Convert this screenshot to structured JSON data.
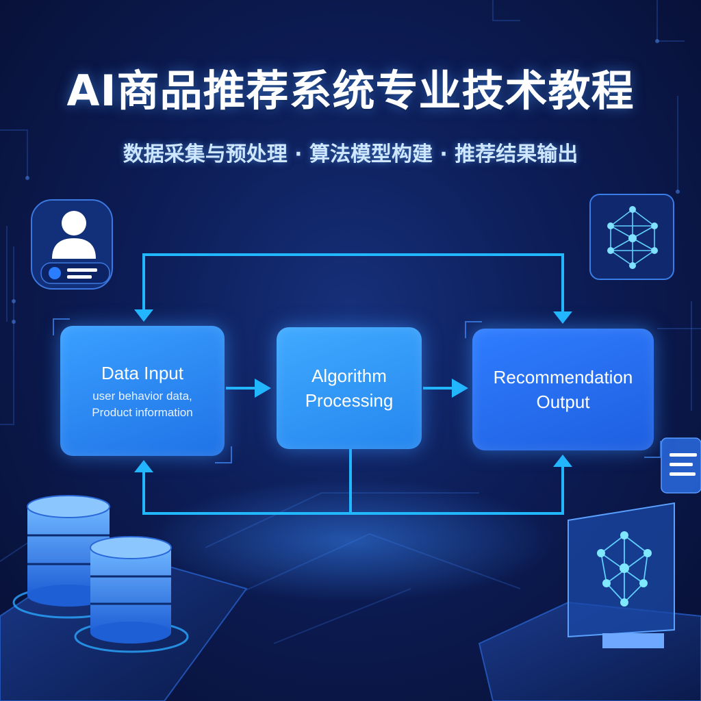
{
  "header": {
    "title": "AI商品推荐系统专业技术教程",
    "subtitle": "数据采集与预处理 · 算法模型构建 · 推荐结果输出"
  },
  "flow": {
    "input": {
      "title": "Data Input",
      "sub_line1": "user behavior data,",
      "sub_line2": "Product information"
    },
    "algorithm": {
      "title_line1": "Algorithm",
      "title_line2": "Processing"
    },
    "output": {
      "title_line1": "Recommendation",
      "title_line2": "Output"
    }
  },
  "colors": {
    "accent": "#22b8ff",
    "box_blue": "#2a86f0",
    "background": "#0c1c55"
  },
  "icons": [
    "user-profile-icon",
    "neural-network-icon",
    "database-icon",
    "list-icon"
  ]
}
